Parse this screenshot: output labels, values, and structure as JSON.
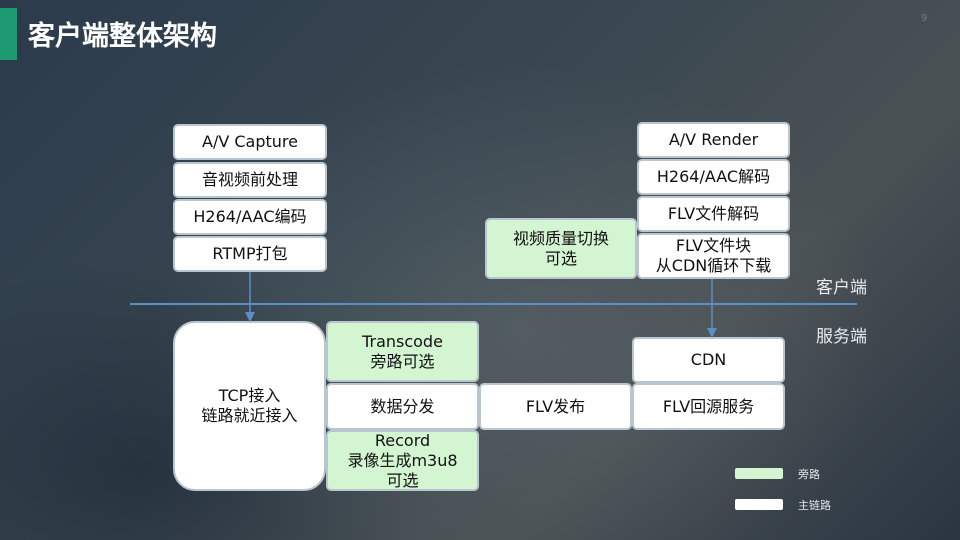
{
  "title": "客户端整体架构",
  "page_number": "9",
  "client_side": {
    "push_boxes": [
      "A/V Capture",
      "音视频前处理",
      "H264/AAC编码",
      "RTMP打包"
    ],
    "play_boxes": [
      "A/V Render",
      "H264/AAC解码",
      "FLV文件解码",
      "FLV文件块\n从CDN循环下载"
    ],
    "quality_switch": "视频质量切换\n可选",
    "label": "客户端"
  },
  "server_side": {
    "tcp": "TCP接入\n链路就近接入",
    "transcode": "Transcode\n旁路可选",
    "distribute": "数据分发",
    "record": "Record\n录像生成m3u8\n可选",
    "flv_publish": "FLV发布",
    "flv_origin": "FLV回源服务",
    "cdn": "CDN",
    "label": "服务端"
  },
  "legend": [
    {
      "label": "旁路",
      "color": "#d3f5d2"
    },
    {
      "label": "主链路",
      "color": "#ffffff"
    }
  ],
  "colors": {
    "accent": "#1e9a73",
    "divider": "#5a8fc8",
    "bypass_fill": "#d3f5d2",
    "main_fill": "#ffffff"
  }
}
